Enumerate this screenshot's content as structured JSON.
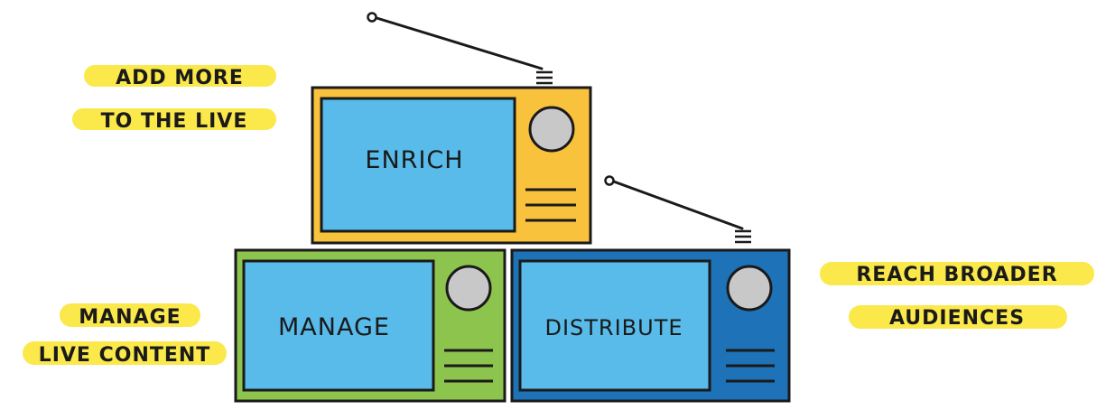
{
  "tvs": {
    "enrich": {
      "label": "ENRICH",
      "body_color": "#F9C23C",
      "screen_color": "#58BBEA"
    },
    "manage": {
      "label": "MANAGE",
      "body_color": "#8DC44E",
      "screen_color": "#58BBEA"
    },
    "distribute": {
      "label": "DISTRIBUTE",
      "body_color": "#1D72B8",
      "screen_color": "#58BBEA"
    }
  },
  "annotations": {
    "enrich": {
      "line1": "ADD MORE",
      "line2": "TO THE LIVE"
    },
    "manage": {
      "line1": "MANAGE",
      "line2": "LIVE CONTENT"
    },
    "distribute": {
      "line1": "REACH BROADER",
      "line2": "AUDIENCES"
    }
  },
  "colors": {
    "highlight": "#FBE84A",
    "outline": "#1a1a1a",
    "knob": "#C8C8C8"
  }
}
